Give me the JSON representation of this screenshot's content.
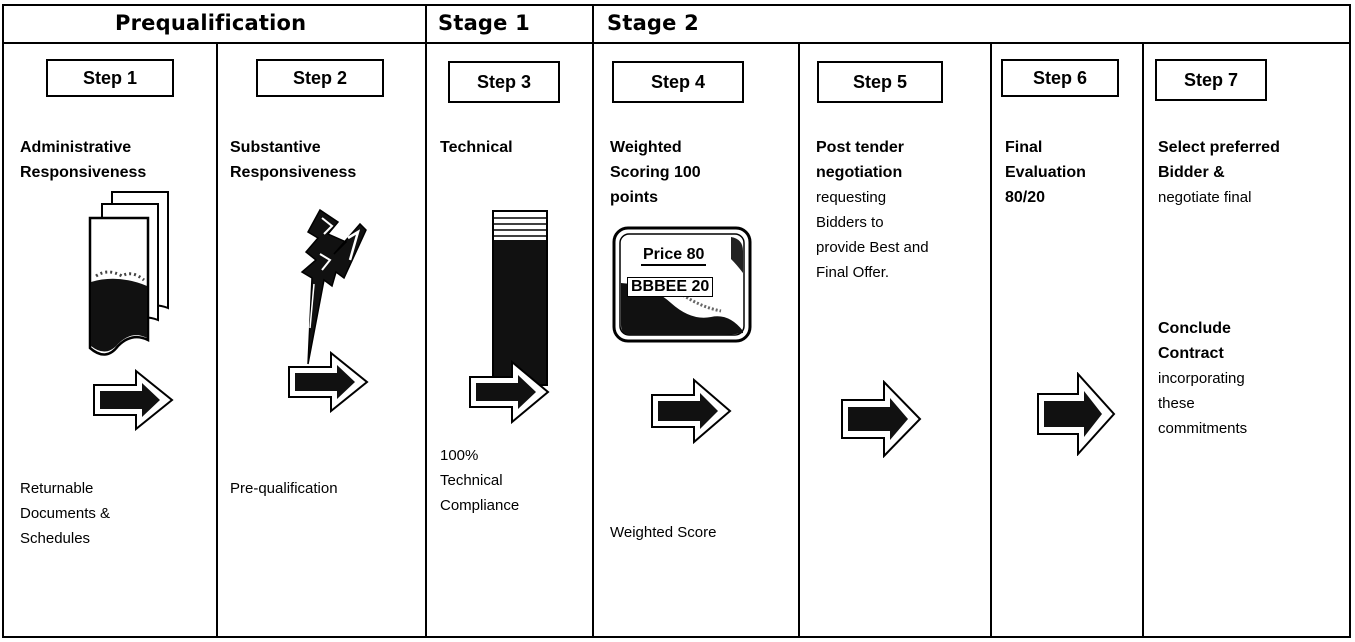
{
  "stages": [
    {
      "label": "Prequalification"
    },
    {
      "label": "Stage 1"
    },
    {
      "label": "Stage 2"
    }
  ],
  "steps": [
    {
      "label": "Step 1",
      "title": "Administrative\nResponsiveness",
      "bottom": "Returnable\nDocuments &\nSchedules",
      "icon": "documents-icon"
    },
    {
      "label": "Step 2",
      "title": "Substantive\nResponsiveness",
      "bottom": "Pre-qualification",
      "icon": "lightning-icon"
    },
    {
      "label": "Step 3",
      "title": "Technical",
      "bottom": "100%\nTechnical\nCompliance",
      "icon": "column-icon"
    },
    {
      "label": "Step 4",
      "title": "Weighted\nScoring 100\npoints",
      "bottom": "Weighted Score",
      "icon": "score-card-icon",
      "card_line_1": "Price 80",
      "card_line_2": "BBBEE 20"
    },
    {
      "label": "Step 5",
      "title": "Post tender\nnegotiation",
      "body": "requesting\nBidders to\nprovide Best and\nFinal Offer."
    },
    {
      "label": "Step 6",
      "title": "Final\nEvaluation\n80/20"
    },
    {
      "label": "Step 7",
      "title": "Select preferred\nBidder &",
      "body": "negotiate final",
      "conclude_title": "Conclude\nContract",
      "conclude_body": "incorporating\nthese\ncommitments"
    }
  ],
  "colors": {
    "line": "#000000",
    "background": "#ffffff",
    "fill_dark": "#111111"
  }
}
